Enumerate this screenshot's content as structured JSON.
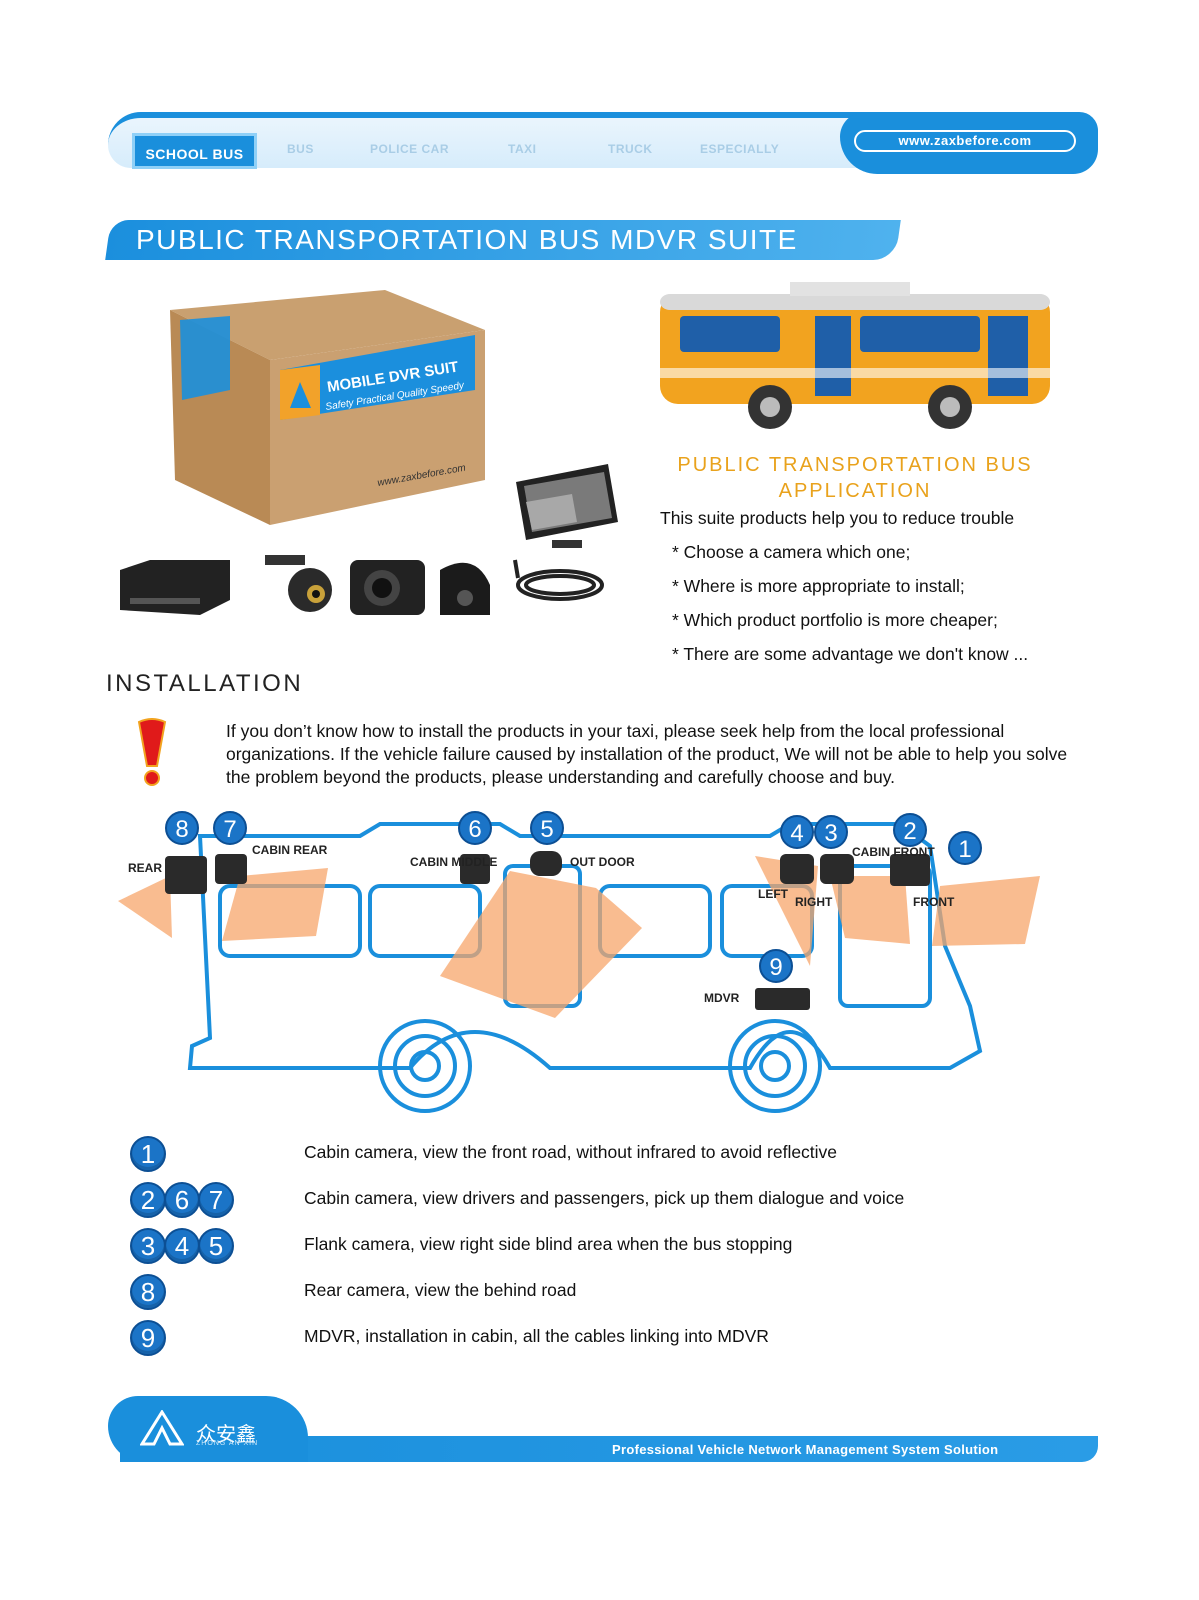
{
  "nav": {
    "tabs": [
      "SCHOOL BUS",
      "BUS",
      "POLICE CAR",
      "TAXI",
      "TRUCK",
      "ESPECIALLY"
    ],
    "url": "www.zaxbefore.com"
  },
  "title": "PUBLIC TRANSPORTATION BUS MDVR SUITE",
  "box": {
    "brand": "MOBILE DVR SUIT",
    "slogan": "Safety Practical Quality Speedy",
    "site": "www.zaxbefore.com"
  },
  "application": {
    "title": "PUBLIC TRANSPORTATION BUS APPLICATION",
    "lines": [
      "This suite products help you to reduce trouble",
      "* Choose a camera which one;",
      "* Where is more appropriate to install;",
      "* Which product portfolio is more cheaper;",
      "* There are some advantage we don't know ..."
    ]
  },
  "installation": {
    "heading": "INSTALLATION",
    "warning": "If you don’t know how to install the products in your taxi, please seek help from the local professional organizations. If the vehicle failure caused by installation of the product, We will not be able to help you solve the problem beyond the products, please understanding and carefully choose and buy."
  },
  "diagram": {
    "labels": {
      "rear": "REAR",
      "cabin_rear": "CABIN REAR",
      "cabin_middle": "CABIN MIDDLE",
      "out_door": "OUT DOOR",
      "left": "LEFT",
      "right": "RIGHT",
      "cabin_front": "CABIN FRONT",
      "front": "FRONT",
      "mdvr": "MDVR"
    },
    "badges": [
      "8",
      "7",
      "6",
      "5",
      "4",
      "3",
      "2",
      "1",
      "9"
    ]
  },
  "legend": [
    {
      "badges": [
        "1"
      ],
      "text": "Cabin camera, view the front road, without infrared to avoid reflective"
    },
    {
      "badges": [
        "2",
        "6",
        "7"
      ],
      "text": "Cabin camera, view drivers and passengers, pick up them dialogue and voice"
    },
    {
      "badges": [
        "3",
        "4",
        "5"
      ],
      "text": "Flank camera, view right side blind area when the bus stopping"
    },
    {
      "badges": [
        "8"
      ],
      "text": "Rear camera, view the behind road"
    },
    {
      "badges": [
        "9"
      ],
      "text": "MDVR, installation in cabin, all the cables linking into MDVR"
    }
  ],
  "footer": {
    "logo_cn": "众安鑫",
    "logo_en": "ZHONG AN XIN",
    "tagline": "Professional Vehicle Network Management System Solution"
  },
  "colors": {
    "brand_blue": "#1a8fdc",
    "accent_orange": "#e9a21c",
    "badge_blue": "#1b74c7"
  }
}
